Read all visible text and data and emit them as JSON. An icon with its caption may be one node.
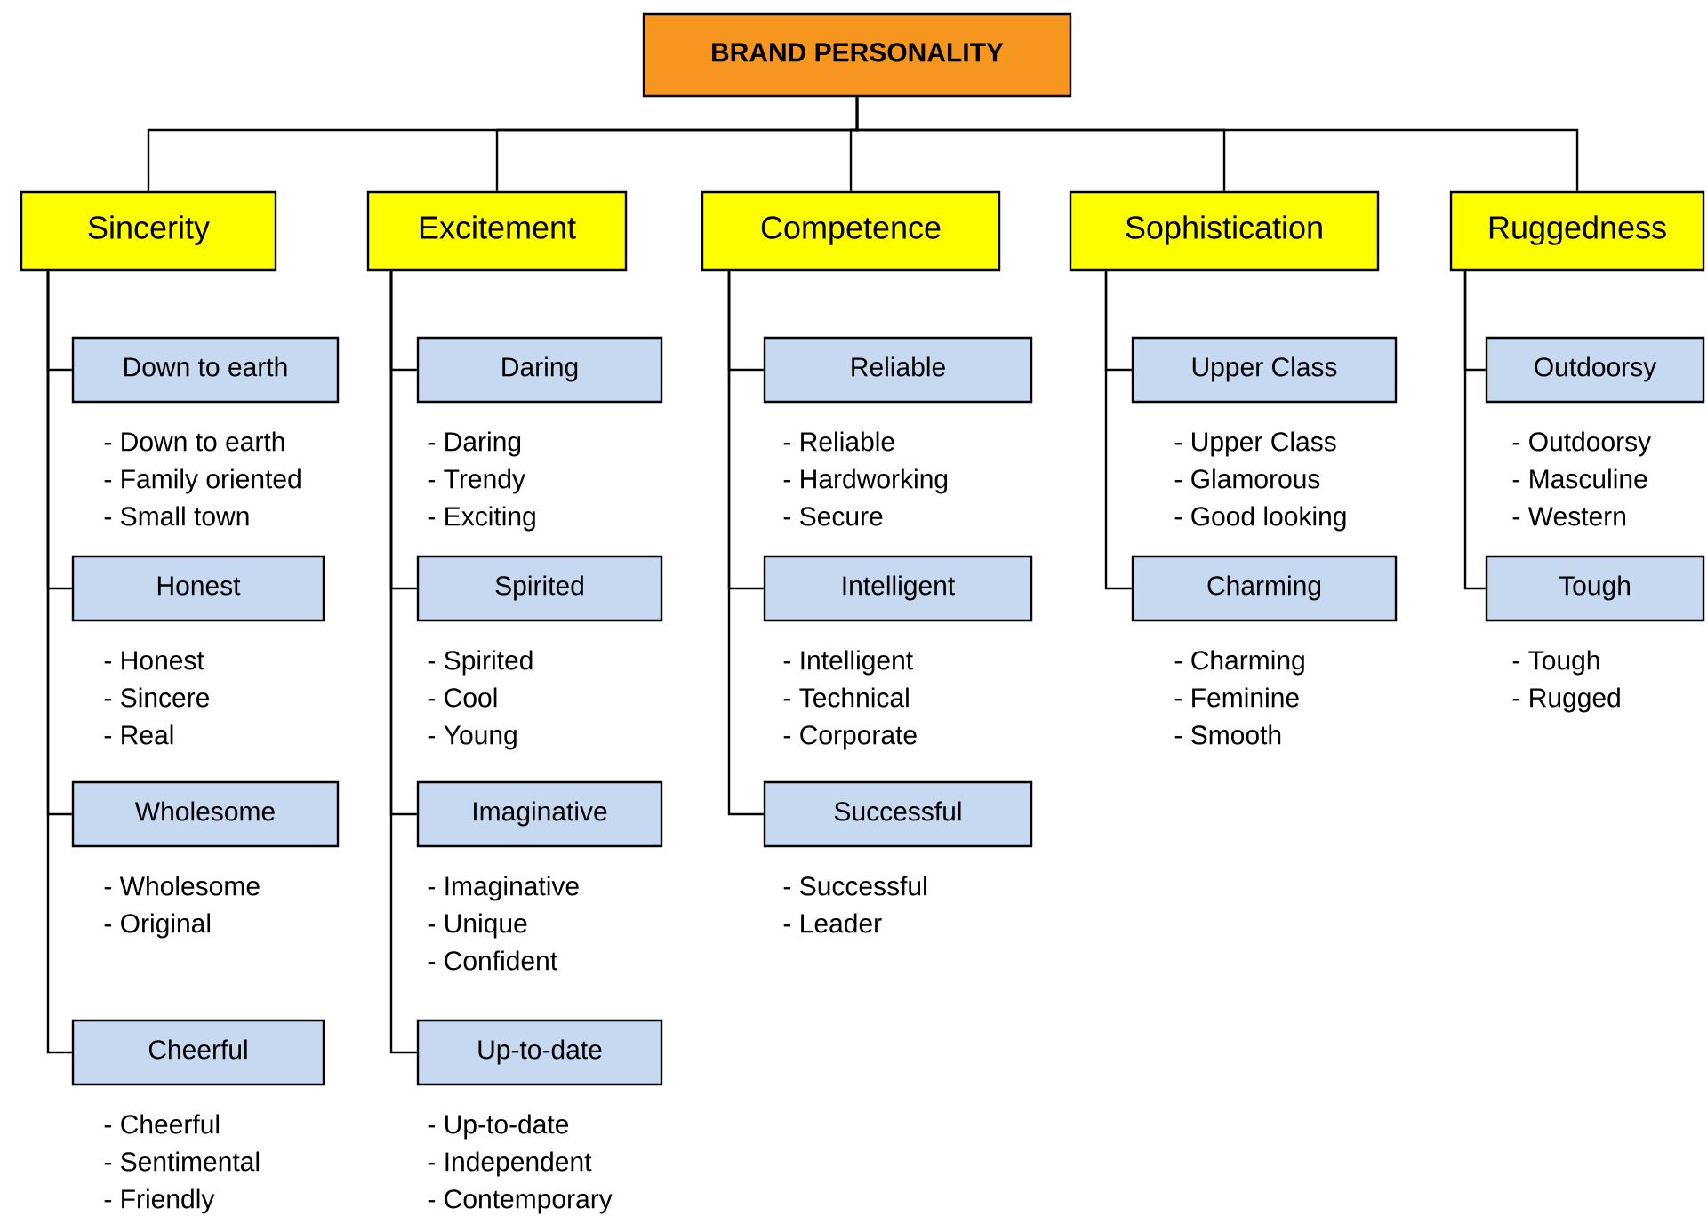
{
  "diagram": {
    "nodes": [
      {
        "text": [
          "BRAND PERSONALITY"
        ]
      },
      {
        "text": [
          "Sincerity"
        ]
      },
      {
        "text": [
          "Excitement"
        ]
      },
      {
        "text": [
          "Competence"
        ]
      },
      {
        "text": [
          "Sophistication"
        ]
      },
      {
        "text": [
          "Ruggedness"
        ]
      },
      {
        "text": [
          "Down to earth"
        ],
        "beside": [
          "- Down to earth",
          "- Family oriented",
          "- Small town"
        ]
      },
      {
        "text": [
          "Honest"
        ],
        "beside": [
          "- Honest",
          "- Sincere",
          "- Real"
        ]
      },
      {
        "text": [
          "Wholesome"
        ],
        "beside": [
          "- Wholesome",
          "- Original"
        ]
      },
      {
        "text": [
          "Cheerful"
        ],
        "beside": [
          "- Cheerful",
          "- Sentimental",
          "- Friendly"
        ]
      },
      {
        "text": [
          "Daring"
        ],
        "beside": [
          "- Daring",
          "- Trendy",
          "- Exciting"
        ]
      },
      {
        "text": [
          "Spirited"
        ],
        "beside": [
          "- Spirited",
          "- Cool",
          "- Young"
        ]
      },
      {
        "text": [
          "Imaginative"
        ],
        "beside": [
          "- Imaginative",
          "- Unique",
          "- Confident"
        ]
      },
      {
        "text": [
          "Up-to-date"
        ],
        "beside": [
          "- Up-to-date",
          "- Independent",
          "- Contemporary"
        ]
      },
      {
        "text": [
          "Reliable"
        ],
        "beside": [
          "- Reliable",
          "- Hardworking",
          "- Secure"
        ]
      },
      {
        "text": [
          "Intelligent"
        ],
        "beside": [
          "- Intelligent",
          "- Technical",
          "- Corporate"
        ]
      },
      {
        "text": [
          "Successful"
        ],
        "beside": [
          "- Successful",
          "- Leader"
        ]
      },
      {
        "text": [
          "Upper Class"
        ],
        "beside": [
          "- Upper Class",
          "- Glamorous",
          "- Good looking"
        ]
      },
      {
        "text": [
          "Charming"
        ],
        "beside": [
          "- Charming",
          "- Feminine",
          "- Smooth"
        ]
      },
      {
        "text": [
          "Outdoorsy"
        ],
        "beside": [
          "- Outdoorsy",
          "- Masculine",
          "- Western"
        ]
      },
      {
        "text": [
          "Tough"
        ],
        "beside": [
          "- Tough",
          "- Rugged"
        ]
      }
    ],
    "edges": [
      {
        "from": 0,
        "to": 1,
        "arrow": "none"
      },
      {
        "from": 0,
        "to": 2,
        "arrow": "none"
      },
      {
        "from": 0,
        "to": 3,
        "arrow": "none"
      },
      {
        "from": 0,
        "to": 4,
        "arrow": "none"
      },
      {
        "from": 0,
        "to": 5,
        "arrow": "none"
      },
      {
        "from": 1,
        "to": 6,
        "arrow": "none"
      },
      {
        "from": 1,
        "to": 7,
        "arrow": "none"
      },
      {
        "from": 1,
        "to": 8,
        "arrow": "none"
      },
      {
        "from": 1,
        "to": 9,
        "arrow": "none"
      },
      {
        "from": 2,
        "to": 10,
        "arrow": "none"
      },
      {
        "from": 2,
        "to": 11,
        "arrow": "none"
      },
      {
        "from": 2,
        "to": 12,
        "arrow": "none"
      },
      {
        "from": 2,
        "to": 13,
        "arrow": "none"
      },
      {
        "from": 3,
        "to": 14,
        "arrow": "none"
      },
      {
        "from": 3,
        "to": 15,
        "arrow": "none"
      },
      {
        "from": 3,
        "to": 16,
        "arrow": "none"
      },
      {
        "from": 4,
        "to": 17,
        "arrow": "none"
      },
      {
        "from": 4,
        "to": 18,
        "arrow": "none"
      },
      {
        "from": 5,
        "to": 19,
        "arrow": "none"
      },
      {
        "from": 5,
        "to": 20,
        "arrow": "none"
      }
    ]
  }
}
